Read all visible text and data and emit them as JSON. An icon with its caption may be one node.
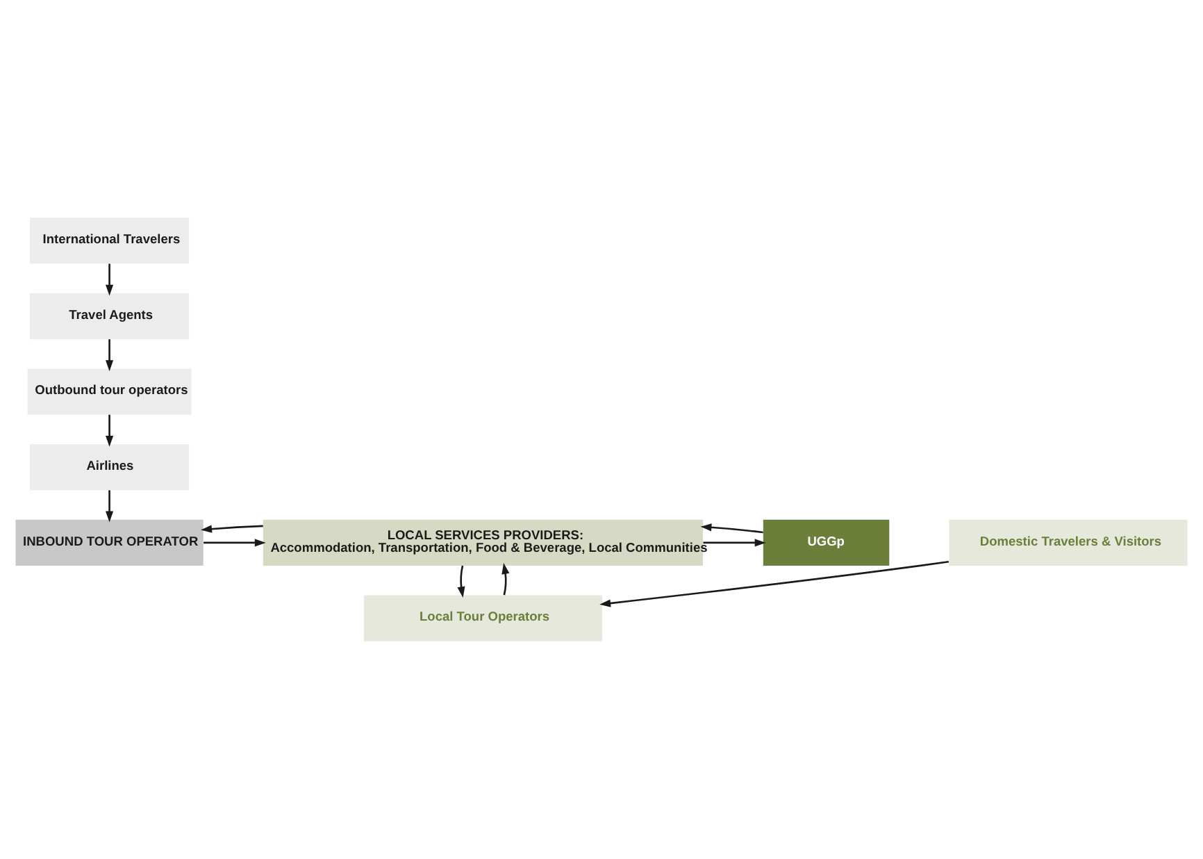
{
  "diagram": {
    "nodes": [
      {
        "text": [
          "International Travelers"
        ]
      },
      {
        "text": [
          "Travel Agents"
        ]
      },
      {
        "text": [
          "Outbound tour operators"
        ]
      },
      {
        "text": [
          "Airlines"
        ]
      },
      {
        "text": [
          "INBOUND TOUR OPERATOR"
        ]
      },
      {
        "text": [
          "LOCAL SERVICES PROVIDERS:",
          "Accommodation, Transportation, Food & Beverage, Local Communities"
        ]
      },
      {
        "text": [
          "UGGp"
        ]
      },
      {
        "text": [
          "Local Tour Operators"
        ]
      },
      {
        "text": [
          "Domestic Travelers & Visitors"
        ]
      }
    ],
    "edges": [
      {
        "from": 0,
        "to": 1,
        "arrow": "to"
      },
      {
        "from": 1,
        "to": 2,
        "arrow": "to"
      },
      {
        "from": 2,
        "to": 3,
        "arrow": "to"
      },
      {
        "from": 3,
        "to": 4,
        "arrow": "to"
      },
      {
        "from": 4,
        "to": 5,
        "arrow": "to"
      },
      {
        "from": 5,
        "to": 4,
        "arrow": "to"
      },
      {
        "from": 5,
        "to": 6,
        "arrow": "to"
      },
      {
        "from": 6,
        "to": 5,
        "arrow": "to"
      },
      {
        "from": 7,
        "to": 5,
        "arrow": "to"
      },
      {
        "from": 5,
        "to": 7,
        "arrow": "to"
      },
      {
        "from": 8,
        "to": 7,
        "arrow": "to"
      }
    ]
  }
}
